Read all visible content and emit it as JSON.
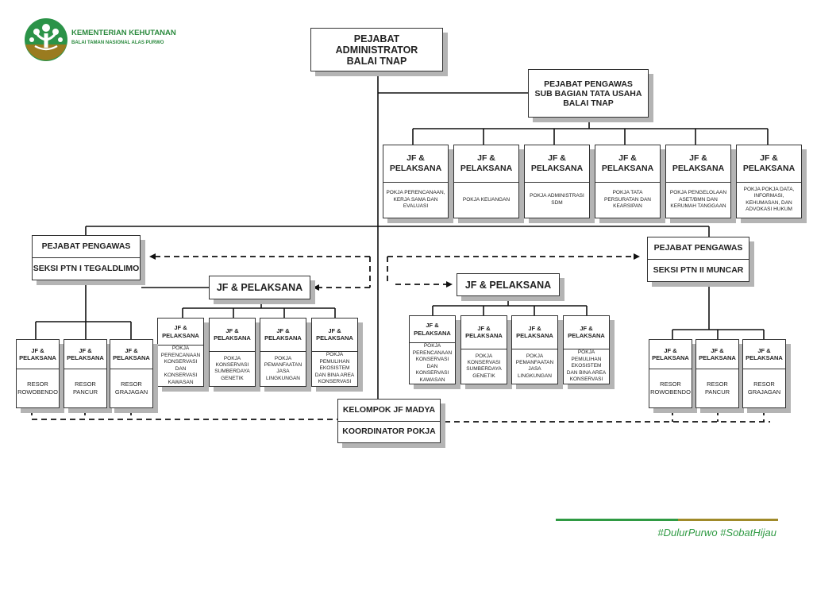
{
  "header": {
    "logo_icon": "tree-leaf-emblem-icon",
    "org_name": "KEMENTERIAN KEHUTANAN",
    "org_sub": "BALAI TAMAN NASIONAL ALAS PURWO",
    "colors": {
      "green": "#2b9348",
      "gold": "#9a7b1f"
    }
  },
  "chart": {
    "admin": [
      "PEJABAT",
      "ADMINISTRATOR",
      "BALAI TNAP"
    ],
    "sub_bagian": [
      "PEJABAT PENGAWAS",
      "SUB BAGIAN TATA USAHA",
      "BALAI TNAP"
    ],
    "tu_jf": [
      {
        "head": "JF & PELAKSANA",
        "body": "POKJA PERENCANAAN, KERJA SAMA DAN EVALUASI"
      },
      {
        "head": "JF & PELAKSANA",
        "body": "POKJA KEUANGAN"
      },
      {
        "head": "JF & PELAKSANA",
        "body": "POKJA ADMINISTRASI SDM"
      },
      {
        "head": "JF & PELAKSANA",
        "body": "POKJA TATA PERSURATAN DAN KEARSIPAN"
      },
      {
        "head": "JF & PELAKSANA",
        "body": "POKJA PENGELOLAAN ASET/BMN DAN KERUMAH TANGGAAN"
      },
      {
        "head": "JF & PELAKSANA",
        "body": "POKJA POKJA DATA, INFORMASI, KEHUMASAN, DAN ADVOKASI HUKUM"
      }
    ],
    "seksi_left": {
      "head": "PEJABAT PENGAWAS",
      "body": "SEKSI PTN I TEGALDLIMO"
    },
    "seksi_right": {
      "head": "PEJABAT PENGAWAS",
      "body": "SEKSI PTN II MUNCAR"
    },
    "jf_pelaksana": "JF & PELAKSANA",
    "pokja_left": [
      {
        "head": "JF & PELAKSANA",
        "body": "POKJA PERENCANAAN KONSERVASI DAN KONSERVASI KAWASAN"
      },
      {
        "head": "JF & PELAKSANA",
        "body": "POKJA KONSERVASI SUMBERDAYA GENETIK"
      },
      {
        "head": "JF & PELAKSANA",
        "body": "POKJA PEMANFAATAN JASA LINGKUNGAN"
      },
      {
        "head": "JF & PELAKSANA",
        "body": "POKJA PEMULIHAN EKOSISTEM DAN BINA AREA KONSERVASI"
      }
    ],
    "pokja_right": [
      {
        "head": "JF & PELAKSANA",
        "body": "POKJA PERENCANAAN KONSERVASI DAN KONSERVASI KAWASAN"
      },
      {
        "head": "JF & PELAKSANA",
        "body": "POKJA KONSERVASI SUMBERDAYA GENETIK"
      },
      {
        "head": "JF & PELAKSANA",
        "body": "POKJA PEMANFAATAN JASA LINGKUNGAN"
      },
      {
        "head": "JF & PELAKSANA",
        "body": "POKJA PEMULIHAN EKOSISTEM DAN BINA AREA KONSERVASI"
      }
    ],
    "resor_left": [
      {
        "head": "JF & PELAKSANA",
        "body": "RESOR ROWOBENDO"
      },
      {
        "head": "JF & PELAKSANA",
        "body": "RESOR PANCUR"
      },
      {
        "head": "JF & PELAKSANA",
        "body": "RESOR GRAJAGAN"
      }
    ],
    "resor_right": [
      {
        "head": "JF & PELAKSANA",
        "body": "RESOR ROWOBENDO"
      },
      {
        "head": "JF & PELAKSANA",
        "body": "RESOR PANCUR"
      },
      {
        "head": "JF & PELAKSANA",
        "body": "RESOR GRAJAGAN"
      }
    ],
    "kelompok": {
      "head": "KELOMPOK JF MADYA",
      "body": "KOORDINATOR POKJA"
    }
  },
  "footer": {
    "hashtags": "#DulurPurwo #SobatHijau",
    "colors": {
      "green": "#2f9a43",
      "gold": "#a08a2a"
    }
  }
}
